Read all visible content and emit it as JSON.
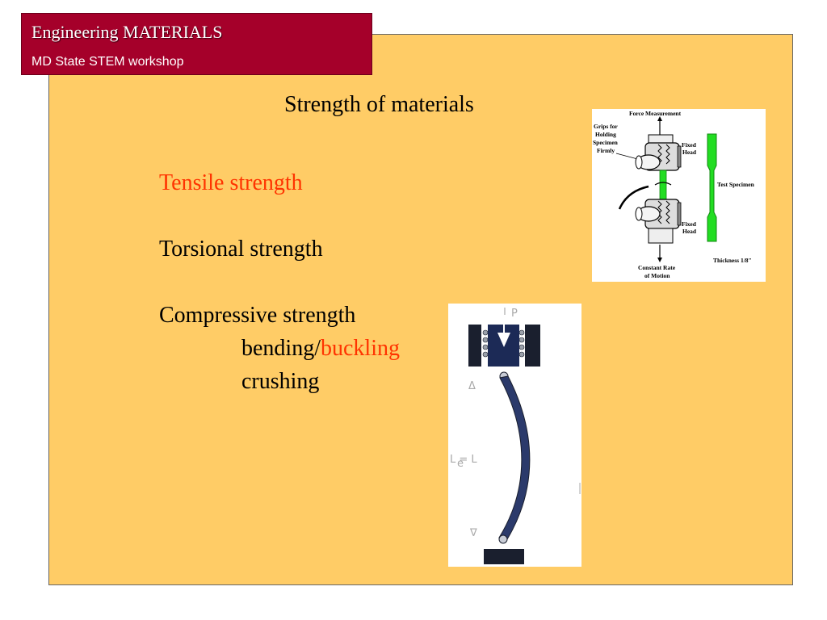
{
  "header": {
    "title": "Engineering MATERIALS",
    "subtitle": "MD State STEM workshop"
  },
  "slide": {
    "title": "Strength of materials",
    "bullets": {
      "tensile": "Tensile strength",
      "torsional": "Torsional strength",
      "compressive": "Compressive strength",
      "bending": "bending/",
      "buckling": "buckling",
      "crushing": "crushing"
    }
  },
  "tensile_figure": {
    "labels": {
      "force": "Force Measurement",
      "grips_1": "Grips for",
      "grips_2": "Holding",
      "grips_3": "Specimen",
      "grips_4": "Firmly",
      "fixed_top_1": "Fixed",
      "fixed_top_2": "Head",
      "test_specimen": "Test Specimen",
      "fixed_bottom_1": "Fixed",
      "fixed_bottom_2": "Head",
      "thickness": "Thickness 1/8\"",
      "rate_1": "Constant Rate",
      "rate_2": "of Motion"
    }
  },
  "buckling_figure": {
    "labels": {
      "load": "P",
      "deflection_top": "Δ",
      "effective_length": "L  = L",
      "effective_sub": "e",
      "deflection_bottom": "∇"
    }
  },
  "colors": {
    "header_background": "#a5002a",
    "panel_background": "#ffcc66",
    "accent_text": "#ff3300",
    "specimen_green": "#22dd22",
    "column_navy": "#2b3a6b"
  }
}
